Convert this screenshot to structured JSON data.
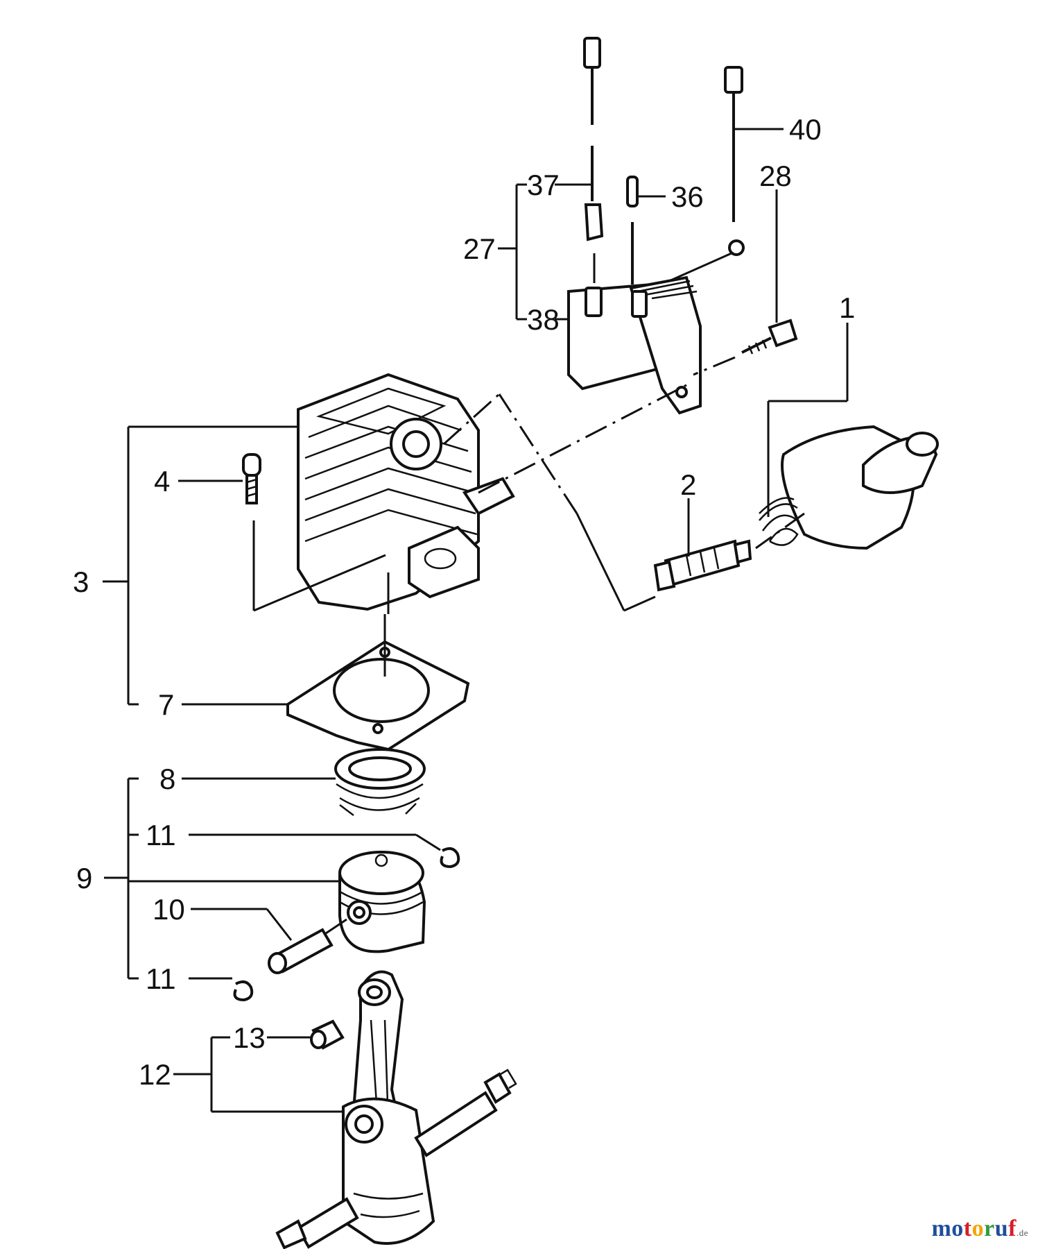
{
  "diagram": {
    "labels": {
      "p1": "1",
      "p2": "2",
      "p3": "3",
      "p4": "4",
      "p7": "7",
      "p8": "8",
      "p9": "9",
      "p10": "10",
      "p11a": "11",
      "p11b": "11",
      "p12": "12",
      "p13": "13",
      "p27": "27",
      "p28": "28",
      "p36": "36",
      "p37": "37",
      "p38": "38",
      "p40": "40"
    }
  },
  "watermark": {
    "letters": [
      "m",
      "o",
      "t",
      "o",
      "r",
      "u",
      "f"
    ],
    "colors": [
      "#1f4e9c",
      "#1f4e9c",
      "#d32027",
      "#f0a500",
      "#2e9a3e",
      "#1f4e9c",
      "#d32027"
    ],
    "suffix": ".de"
  }
}
